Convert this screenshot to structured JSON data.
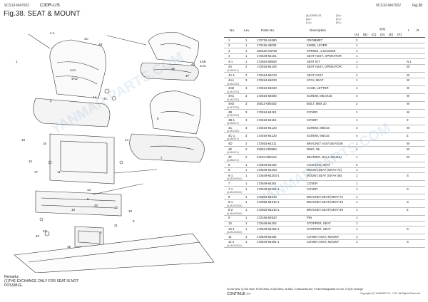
{
  "header": {
    "code": "9CS10-M47002",
    "model": "C30R-US",
    "title": "Fig.38.  SEAT & MOUNT",
    "code_right": "9CS10-M47002",
    "fig_right": "Fig.38"
  },
  "legend": [
    [
      "(A):C30R-US",
      "(B):=",
      "(C):="
    ],
    [
      "(D):=",
      "(E):=",
      "(F):="
    ]
  ],
  "columns": {
    "no": "No.",
    "lev": "Lev.",
    "parts": "Parts No.",
    "desc": "Description",
    "qty": "Q'ty",
    "i": "I",
    "r": "R",
    "qa": "(A)",
    "qb": "(B)",
    "qc": "(C)",
    "qd": "(D)",
    "qe": "(E)",
    "qf": "(F)"
  },
  "rows": [
    {
      "no": "1",
      "lev": "1",
      "part": "172725-16380",
      "desc": "GROMMET",
      "qty": "2",
      "i": "",
      "note": ""
    },
    {
      "no": "2",
      "lev": "1",
      "part": "172116-46630",
      "desc": "KNOB, LEVER",
      "qty": "1",
      "i": "",
      "note": ""
    },
    {
      "no": "3",
      "lev": "1",
      "part": "1E8100-63750",
      "desc": "SPRING, 1.6X16X55",
      "qty": "1",
      "i": "",
      "note": ""
    },
    {
      "no": "4",
      "lev": "1",
      "part": "172649-64101",
      "desc": "SEAT ASSY, OPERATOR",
      "qty": "1",
      "i": "",
      "note": ""
    },
    {
      "no": "4-1",
      "lev": "1",
      "part": "172653-08600",
      "desc": "SEAT KIT",
      "qty": "1",
      "i": "N 1",
      "note": ""
    },
    {
      "no": "4A",
      "lev": "2",
      "part": "172454-64100",
      "desc": "SEAT ASSY, OPERATOR",
      "qty": "1",
      "i": "W",
      "note": "(A-M6XXX)"
    },
    {
      "no": "4A-1",
      "lev": "2",
      "part": "172464-64010",
      "desc": "SEAT ASSY",
      "qty": "1",
      "i": "W",
      "note": ""
    },
    {
      "no": "4AA",
      "lev": "3",
      "part": "172454-64020",
      "desc": "STAY, SEAT",
      "qty": "1",
      "i": "W",
      "note": "(A-M22222)"
    },
    {
      "no": "4AB",
      "lev": "3",
      "part": "172454-64030",
      "desc": "CASE, LETTER",
      "qty": "1",
      "i": "W",
      "note": "(A-M22222)"
    },
    {
      "no": "4AC",
      "lev": "3",
      "part": "172454-64050",
      "desc": "SCREW, M6.0X16",
      "qty": "4",
      "i": "W",
      "note": "(A-M22222)"
    },
    {
      "no": "4AD",
      "lev": "3",
      "part": "26013-080202",
      "desc": "BOLT, M8X 20",
      "qty": "2",
      "i": "W",
      "note": "(A-M22222)"
    },
    {
      "no": "4B",
      "lev": "3",
      "part": "172454-64110",
      "desc": "COVER",
      "qty": "1",
      "i": "W",
      "note": "(A-M22222)"
    },
    {
      "no": "4B-1",
      "lev": "3",
      "part": "172454-64110",
      "desc": "COVER",
      "qty": "1",
      "i": "Z",
      "note": "(A-M6XXX)"
    },
    {
      "no": "4C",
      "lev": "3",
      "part": "172454-64120",
      "desc": "SCREW, M5X16",
      "qty": "4",
      "i": "W",
      "note": "(A-M22222)"
    },
    {
      "no": "4C-1",
      "lev": "3",
      "part": "172454-64120",
      "desc": "SCREW, M5X16",
      "qty": "4",
      "i": "Z",
      "note": "(A-M6XXX)"
    },
    {
      "no": "4D",
      "lev": "2",
      "part": "172653-64311",
      "desc": "BRACKET ASSY,SEAT(49",
      "qty": "1",
      "i": "W",
      "note": ""
    },
    {
      "no": "4E",
      "lev": "2",
      "part": "22252-000950",
      "desc": "RING,  95",
      "qty": "1",
      "i": "W",
      "note": "(A-M6XXX)"
    },
    {
      "no": "4F",
      "lev": "2",
      "part": "24104-060124",
      "desc": "BEARING, BALL 6012UU",
      "qty": "1",
      "i": "W",
      "note": "(A-M6XXX)"
    },
    {
      "no": "5",
      "lev": "1",
      "part": "172649-64150",
      "desc": "CUSHION, SEAT",
      "qty": "2",
      "i": "",
      "note": ""
    },
    {
      "no": "6",
      "lev": "1",
      "part": "172649-64203",
      "desc": "MOUNT,SEAT (GRAY:72)",
      "qty": "1",
      "i": "",
      "note": ""
    },
    {
      "no": "6-1",
      "lev": "1",
      "part": "172649-64203-1",
      "desc": "MOUNT,SEAT (GRAY:48)",
      "qty": "1",
      "i": "S",
      "note": "(A-M4X00514)"
    },
    {
      "no": "7",
      "lev": "1",
      "part": "172649-64261",
      "desc": "COVER",
      "qty": "1",
      "i": "",
      "note": ""
    },
    {
      "no": "7-1",
      "lev": "1",
      "part": "172649-64261-1",
      "desc": "COVER",
      "qty": "1",
      "i": "S",
      "note": "(A-M4X00514)"
    },
    {
      "no": "8",
      "lev": "1",
      "part": "172653-64310",
      "desc": "BRACKET,SEAT(GRAY:72",
      "qty": "1",
      "i": "",
      "note": ""
    },
    {
      "no": "8-1",
      "lev": "1",
      "part": "172653-64310-1",
      "desc": "BRACKET,SEAT(GRAY:49",
      "qty": "1",
      "i": "S",
      "note": "(A-M4X00514)"
    },
    {
      "no": "8-2",
      "lev": "1",
      "part": "172653-64310-1",
      "desc": "BRACKET,SEAT(GRAY:49",
      "qty": "1",
      "i": "Z",
      "note": "(A-M4X00514)"
    },
    {
      "no": "9",
      "lev": "1",
      "part": "172156-64920",
      "desc": "PIN",
      "qty": "1",
      "i": "",
      "note": ""
    },
    {
      "no": "10",
      "lev": "1",
      "part": "172649-64452",
      "desc": "STOPPER, SEAT",
      "qty": "1",
      "i": "",
      "note": ""
    },
    {
      "no": "10-1",
      "lev": "1",
      "part": "172649-64452-1",
      "desc": "STOPPER, SEAT",
      "qty": "1",
      "i": "S",
      "note": "(A-M4X00514)"
    },
    {
      "no": "11",
      "lev": "1",
      "part": "172649-64491",
      "desc": "COVER ASSY, MOUNT",
      "qty": "1",
      "i": "",
      "note": ""
    },
    {
      "no": "11-1",
      "lev": "1",
      "part": "172649-64491-1",
      "desc": "COVER ASSY, MOUNT",
      "qty": "1",
      "i": "S",
      "note": "(A-M4X00514)"
    }
  ],
  "remarks": [
    "Remarks",
    "(1)THE EXCHANGE ONLY FOR SEAT IS NOT",
    "POSSIBLE."
  ],
  "footer": {
    "legend_line": "N:Old  New, Q:Old  New, R:Old  New, S:Old  New, W:Add, Z:Discontinued, F:Interchangeable for ver, K:Q'ty Change",
    "continue": "CONTINUE >>",
    "copyright": "Copyright (C)  YANMAR CO., LTD. All Rights Reserved."
  },
  "callouts": [
    "4-1",
    "4C",
    "4B",
    "4AA",
    "4AD",
    "4E",
    "4F",
    "4B",
    "4A",
    "4C",
    "4AB",
    "4AC",
    "5",
    "2",
    "18",
    "16",
    "15",
    "7",
    "14",
    "17",
    "11",
    "13",
    "12",
    "10",
    "8",
    "20",
    "19",
    "6",
    "21",
    "4D",
    "4F",
    "3",
    "4E",
    "1"
  ],
  "watermark": "YANMAR PARTS.COM"
}
